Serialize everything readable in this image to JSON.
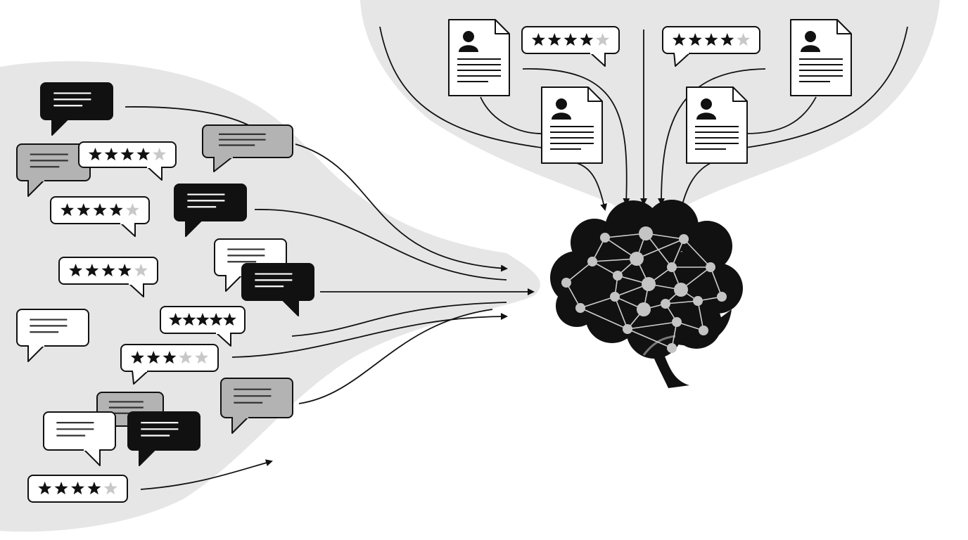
{
  "colors": {
    "background": "#ffffff",
    "blob": "#e6e6e6",
    "ink": "#111111",
    "bubble_dark": "#111111",
    "bubble_gray": "#b3b3b3",
    "bubble_light": "#ffffff",
    "star_filled": "#111111",
    "star_empty": "#c8c8c8",
    "node": "#c4c4c4",
    "edge": "#cfcfcf"
  },
  "icons": {
    "speech_bubble": "speech-bubble-icon",
    "star": "star-icon",
    "profile_document": "profile-document-icon",
    "person": "person-icon",
    "arrow": "arrow-icon",
    "brain": "brain-network-icon"
  },
  "rating_cards": [
    {
      "filled": 4,
      "total": 5
    },
    {
      "filled": 4,
      "total": 5
    },
    {
      "filled": 4,
      "total": 5
    },
    {
      "filled": 5,
      "total": 5
    },
    {
      "filled": 3,
      "total": 5
    },
    {
      "filled": 4,
      "total": 5
    },
    {
      "filled": 4,
      "total": 5
    },
    {
      "filled": 4,
      "total": 5
    }
  ],
  "bubble_tones": [
    "dark",
    "gray",
    "gray",
    "dark",
    "light",
    "dark",
    "light",
    "gray",
    "gray",
    "light",
    "dark"
  ],
  "profile_document_count": 4
}
